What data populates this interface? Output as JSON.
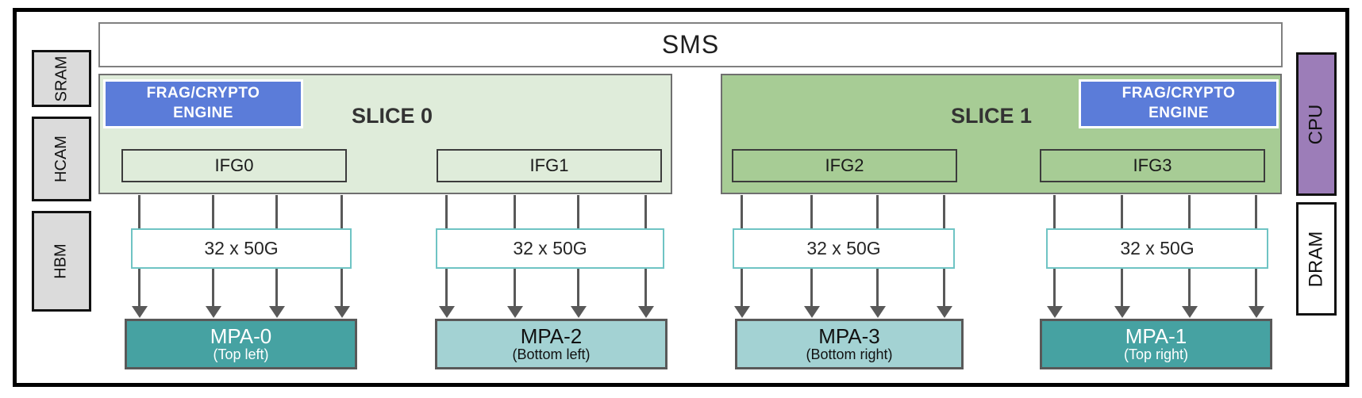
{
  "diagram": {
    "sms_label": "SMS",
    "memory": [
      {
        "label": "SRAM"
      },
      {
        "label": "HCAM"
      },
      {
        "label": "HBM"
      }
    ],
    "cpu_label": "CPU",
    "dram_label": "DRAM",
    "slices": [
      {
        "label": "SLICE 0",
        "engine": {
          "line1": "FRAG/CRYPTO",
          "line2": "ENGINE"
        },
        "ifgs": [
          {
            "label": "IFG0"
          },
          {
            "label": "IFG1"
          }
        ]
      },
      {
        "label": "SLICE 1",
        "engine": {
          "line1": "FRAG/CRYPTO",
          "line2": "ENGINE"
        },
        "ifgs": [
          {
            "label": "IFG2"
          },
          {
            "label": "IFG3"
          }
        ]
      }
    ],
    "links": [
      {
        "label": "32 x 50G"
      },
      {
        "label": "32 x 50G"
      },
      {
        "label": "32 x 50G"
      },
      {
        "label": "32 x 50G"
      }
    ],
    "mpas": [
      {
        "name": "MPA-0",
        "location": "(Top left)",
        "variant": "dark"
      },
      {
        "name": "MPA-2",
        "location": "(Bottom left)",
        "variant": "light"
      },
      {
        "name": "MPA-3",
        "location": "(Bottom right)",
        "variant": "light"
      },
      {
        "name": "MPA-1",
        "location": "(Top right)",
        "variant": "dark"
      }
    ],
    "colors": {
      "slice0_fill": "#DFECDA",
      "slice1_fill": "#A7CC95",
      "engine_fill": "#5B7CD9",
      "mpa_dark": "#46A2A2",
      "mpa_light": "#A3D2D3",
      "link_border": "#6FC4C4",
      "cpu_fill": "#9C7DB8",
      "memory_fill": "#DBDBDB",
      "arrow": "#595959"
    }
  }
}
